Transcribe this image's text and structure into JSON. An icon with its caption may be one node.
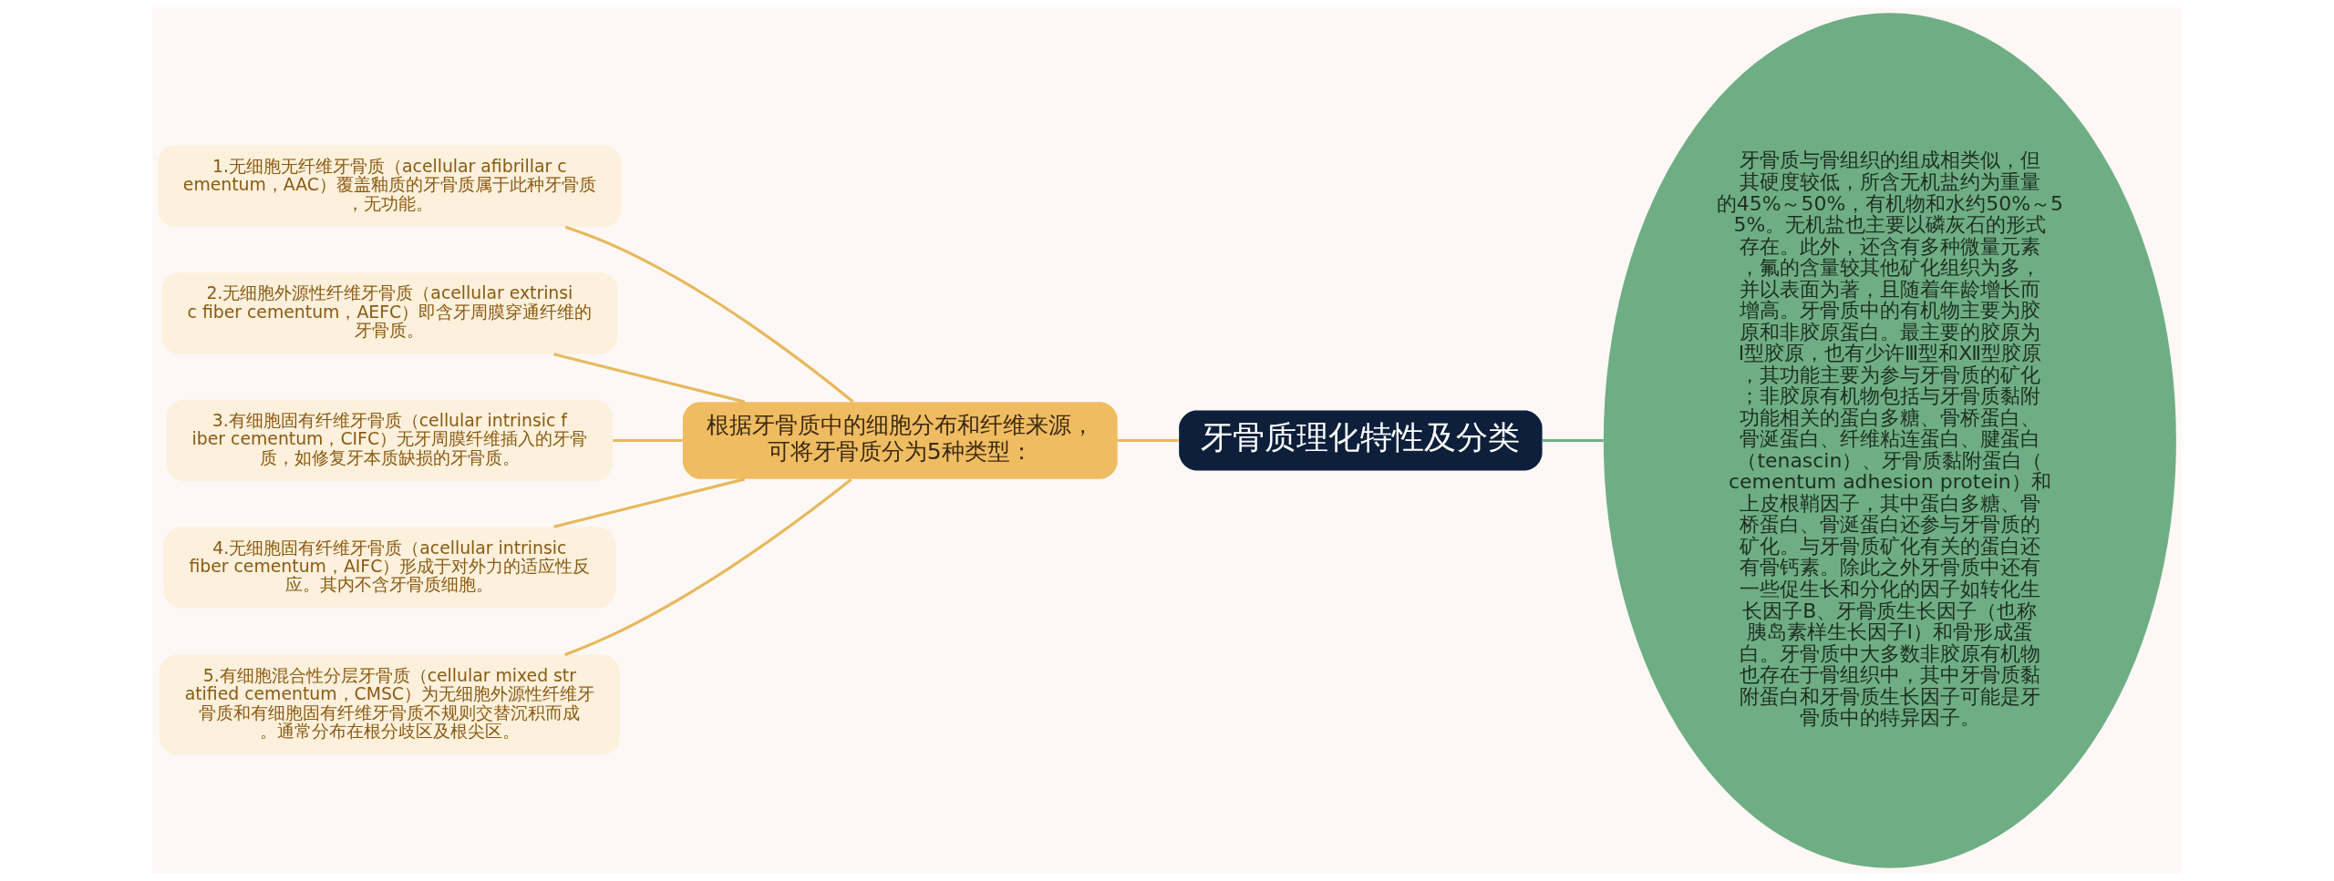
{
  "diagram": {
    "nodes": [
      {
        "text": [
          "牙骨质理化特性及分类"
        ]
      },
      {
        "text": [
          "根据牙骨质中的细胞分布和纤维来源，可将牙骨质分为5种类型："
        ]
      },
      {
        "text": [
          "1.无细胞无纤维牙骨质（acellular afibrillar cementum，AAC）覆盖釉质的牙骨质属于此种牙骨质，无功能。"
        ]
      },
      {
        "text": [
          "2.无细胞外源性纤维牙骨质（acellular extrinsic fiber cementum，AEFC）即含牙周膜穿通纤维的牙骨质。"
        ]
      },
      {
        "text": [
          "3.有细胞固有纤维牙骨质（cellular intrinsic fiber cementum，CIFC）无牙周膜纤维插入的牙骨质，如修复牙本质缺损的牙骨质。"
        ]
      },
      {
        "text": [
          "4.无细胞固有纤维牙骨质（acellular intrinsic fiber cementum，AIFC）形成于对外力的适应性反应。其内不含牙骨质细胞。"
        ]
      },
      {
        "text": [
          "5.有细胞混合性分层牙骨质（cellular mixed stratified cementum，CMSC）为无细胞外源性纤维牙骨质和有细胞固有纤维牙骨质不规则交替沉积而成。通常分布在根分歧区及根尖区。"
        ]
      },
      {
        "text": [
          "牙骨质与骨组织的组成相类似，但其硬度较低，所含无机盐约为重量的45%～50%，有机物和水约50%～55%。无机盐也主要以磷灰石的形式存在。此外，还含有多种微量元素，氟的含量较其他矿化组织为多，并以表面为著，且随着年龄增长而增高。牙骨质中的有机物主要为胶原和非胶原蛋白。最主要的胶原为I型胶原，也有少许Ⅲ型和Ⅻ型胶原，其功能主要为参与牙骨质的矿化；非胶原有机物包括与牙骨质黏附功能相关的蛋白多糖、骨桥蛋白、骨涎蛋白、纤维粘连蛋白、腱蛋白（tenascin）、牙骨质黏附蛋白（cementum adhesion protein）和上皮根鞘因子，其中蛋白多糖、骨桥蛋白、骨涎蛋白还参与牙骨质的矿化。与牙骨质矿化有关的蛋白还有骨钙素。除此之外牙骨质中还有一些促生长和分化的因子如转化生长因子B、牙骨质生长因子（也称胰岛素样生长因子I）和骨形成蛋白。牙骨质中大多数非胶原有机物也存在于骨组织中，其中牙骨质黏附蛋白和牙骨质生长因子可能是牙骨质中的特异因子。"
        ]
      }
    ],
    "edges": [
      {
        "from": 0,
        "to": 1,
        "arrow": "none"
      },
      {
        "from": 1,
        "to": 2,
        "arrow": "none"
      },
      {
        "from": 1,
        "to": 3,
        "arrow": "none"
      },
      {
        "from": 1,
        "to": 4,
        "arrow": "none"
      },
      {
        "from": 1,
        "to": 5,
        "arrow": "none"
      },
      {
        "from": 1,
        "to": 6,
        "arrow": "none"
      },
      {
        "from": 0,
        "to": 7,
        "arrow": "none",
        "color": "#6fae84"
      }
    ]
  }
}
